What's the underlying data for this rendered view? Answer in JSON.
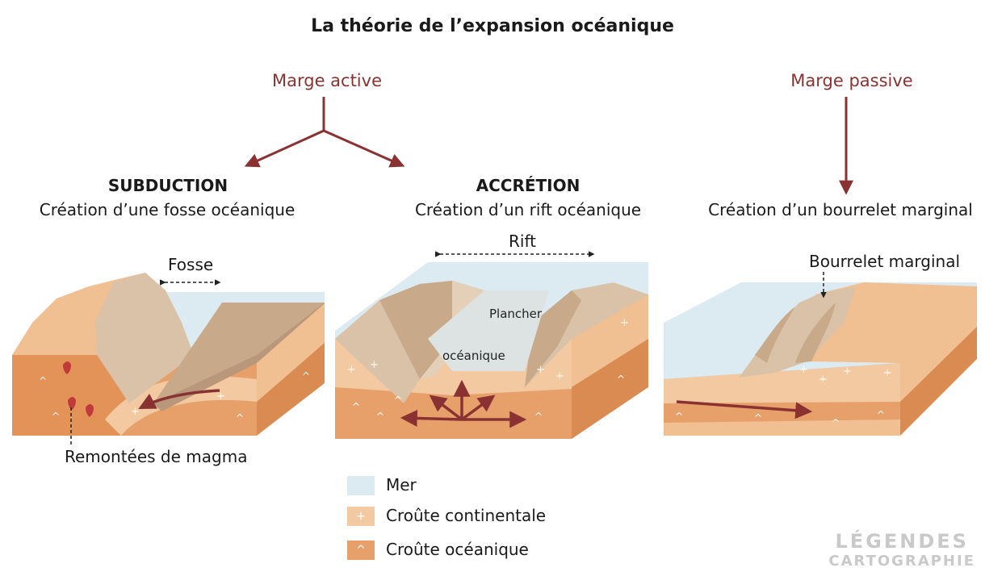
{
  "title": "La théorie de l’expansion océanique",
  "margins": {
    "active": "Marge active",
    "passive": "Marge passive"
  },
  "panels": {
    "subduction": {
      "heading": "SUBDUCTION",
      "subtitle": "Création d’une fosse océanique",
      "callout_top": "Fosse",
      "callout_bottom": "Remontées de magma"
    },
    "accretion": {
      "heading": "ACCRÉTION",
      "subtitle": "Création d’un rift océanique",
      "callout_top": "Rift",
      "inner_label_1": "Plancher",
      "inner_label_2": "océanique"
    },
    "passive": {
      "subtitle": "Création d’un bourrelet marginal",
      "callout_top": "Bourrelet marginal"
    }
  },
  "legend": [
    {
      "label": "Mer",
      "color": "#dcebf2",
      "symbol": ""
    },
    {
      "label": "Croûte continentale",
      "color": "#f3c9a2",
      "symbol": "+"
    },
    {
      "label": "Croûte océanique",
      "color": "#e8a06a",
      "symbol": "^"
    }
  ],
  "logo": {
    "line1": "LÉGENDES",
    "line2": "CARTOGRAPHIE"
  },
  "colors": {
    "accent": "#8a3232",
    "sea": "#dcebf2",
    "continental": "#f3c9a2",
    "continental_dark": "#e7b07f",
    "oceanic": "#e8a06a",
    "oceanic_dark": "#d98b52",
    "floor": "#d9c2a8",
    "rock": "#c8a98a"
  }
}
